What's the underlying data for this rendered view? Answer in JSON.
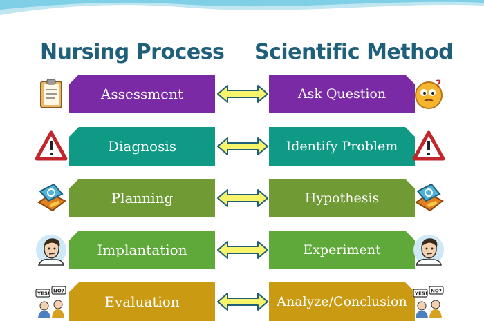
{
  "headings": {
    "left": "Nursing Process",
    "right": "Scientific Method"
  },
  "rows": [
    {
      "left": "Assessment",
      "right": "Ask Question",
      "color": "#7b2aa6",
      "left_icon": "clipboard-icon",
      "right_icon": "question-emoticon-icon"
    },
    {
      "left": "Diagnosis",
      "right": "Identify Problem",
      "color": "#0f9a86",
      "left_icon": "warning-icon",
      "right_icon": "warning-icon"
    },
    {
      "left": "Planning",
      "right": "Hypothesis",
      "color": "#6f9a34",
      "left_icon": "planning-board-icon",
      "right_icon": "planning-board-icon"
    },
    {
      "left": "Implantation",
      "right": "Experiment",
      "color": "#5fa83a",
      "left_icon": "person-thinking-icon",
      "right_icon": "person-thinking-icon"
    },
    {
      "left": "Evaluation",
      "right": "Analyze/Conclusion",
      "color": "#c99a12",
      "left_icon": "yes-no-people-icon",
      "right_icon": "yes-no-people-icon"
    }
  ],
  "icon_labels": {
    "yes": "YES!",
    "no": "NO?"
  },
  "colors": {
    "heading": "#1f5f7a",
    "arrow_fill": "#f7f36a",
    "arrow_stroke": "#1f5f7a",
    "wave": "#7fcfe6"
  }
}
